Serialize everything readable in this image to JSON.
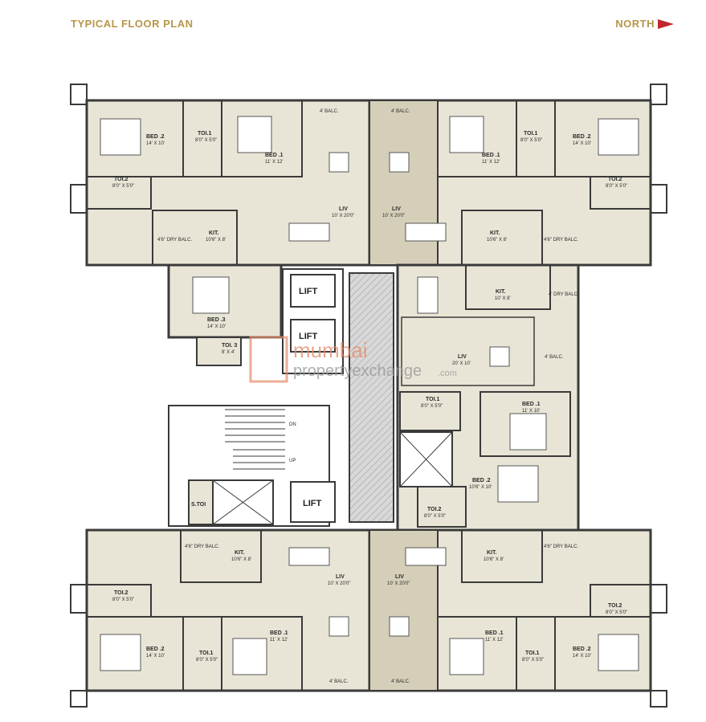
{
  "header": {
    "title": "TYPICAL FLOOR PLAN",
    "north": "NORTH"
  },
  "watermark": {
    "brand": "mumbai",
    "line2": "propertyexchange",
    "suffix": ".com"
  },
  "lifts": {
    "l1": "LIFT",
    "l2": "LIFT",
    "l3": "LIFT"
  },
  "rooms": {
    "tl_bed2": "BED .2",
    "tl_bed2_dim": "14' X 10'",
    "tl_toi1": "TOI.1",
    "tl_toi1_dim": "8'0\" X 5'0\"",
    "tl_bed1": "BED .1",
    "tl_bed1_dim": "11' X 12'",
    "tl_toi2": "TOI.2",
    "tl_toi2_dim": "8'0\" X 5'0\"",
    "tl_balc": "4' BALC.",
    "tl_liv": "LIV",
    "tl_liv_dim": "10' X 20'0\"",
    "tl_kit": "KIT.",
    "tl_kit_dim": "10'6\" X 8'",
    "tl_dry": "4'6\" DRY BALC.",
    "tr_balc": "4' BALC.",
    "tr_bed1": "BED .1",
    "tr_bed1_dim": "11' X 12'",
    "tr_toi1": "TOI.1",
    "tr_toi1_dim": "8'0\" X 5'0\"",
    "tr_bed2": "BED .2",
    "tr_bed2_dim": "14' X 10'",
    "tr_toi2": "TOI.2",
    "tr_toi2_dim": "8'0\" X 5'0\"",
    "tr_liv": "LIV",
    "tr_liv_dim": "10' X 20'0\"",
    "tr_kit": "KIT.",
    "tr_kit_dim": "10'6\" X 8'",
    "tr_dry": "4'6\" DRY BALC.",
    "ml_bed3": "BED .3",
    "ml_bed3_dim": "14' X 10'",
    "ml_toi3": "TOI. 3",
    "ml_toi3_dim": "8' X 4'",
    "mr_kit": "KIT.",
    "mr_kit_dim": "10' X 8'",
    "mr_dry": "4' DRY BALC.",
    "mr_liv": "LIV",
    "mr_liv_dim": "20' X 10'",
    "mr_balc": "4' BALC.",
    "mr_toi1": "TOI.1",
    "mr_toi1_dim": "8'0\" X 5'0\"",
    "mr_bed1": "BED .1",
    "mr_bed1_dim": "11' X 10'",
    "mr_bed2": "BED .2",
    "mr_bed2_dim": "10'6\" X 10'",
    "mr_toi2": "TOI.2",
    "mr_toi2_dim": "8'0\" X 5'0\"",
    "stair_dn": "DN",
    "stair_up": "UP",
    "s_toi": "S.TOI",
    "bl_dry": "4'6\" DRY BALC.",
    "bl_kit": "KIT.",
    "bl_kit_dim": "10'6\" X 8'",
    "bl_toi2": "TOI.2",
    "bl_toi2_dim": "8'0\" X 5'0\"",
    "bl_liv": "LIV",
    "bl_liv_dim": "10' X 20'0\"",
    "bl_bed2": "BED .2",
    "bl_bed2_dim": "14' X 10'",
    "bl_toi1": "TOI.1",
    "bl_toi1_dim": "8'0\" X 5'0\"",
    "bl_bed1": "BED .1",
    "bl_bed1_dim": "11' X 12'",
    "bl_balc": "4' BALC.",
    "br_liv": "LIV",
    "br_liv_dim": "10' X 20'0\"",
    "br_kit": "KIT.",
    "br_kit_dim": "10'6\" X 8'",
    "br_dry": "4'6\" DRY BALC.",
    "br_bed1": "BED .1",
    "br_bed1_dim": "11' X 12'",
    "br_toi1": "TOI.1",
    "br_toi1_dim": "8'0\" X 5'0\"",
    "br_bed2": "BED .2",
    "br_bed2_dim": "14' X 10'",
    "br_toi2": "TOI.2",
    "br_toi2_dim": "8'0\" X 5'0\"",
    "br_balc": "4' BALC."
  },
  "colors": {
    "light": "#e9e5d6",
    "dark": "#d5cfb9",
    "wall": "#3a3a3a",
    "title": "#b8964a",
    "arrow": "#c0292b"
  }
}
